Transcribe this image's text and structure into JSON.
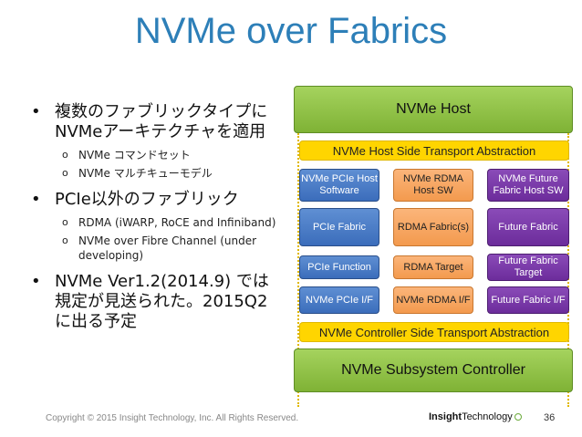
{
  "title": "NVMe over Fabrics",
  "bullets": [
    {
      "text": "複数のファブリックタイプにNVMeアーキテクチャを適用",
      "sub": [
        "NVMe コマンドセット",
        "NVMe マルチキューモデル"
      ]
    },
    {
      "text": "PCIe以外のファブリック",
      "sub": [
        "RDMA (iWARP, RoCE and Infiniband)",
        "NVMe over Fibre Channel (under developing)"
      ]
    },
    {
      "text": "NVMe Ver1.2(2014.9) では規定が見送られた。2015Q2に出る予定",
      "sub": []
    }
  ],
  "bullet_glyph": "•",
  "sub_glyph": "o",
  "diagram": {
    "host": "NVMe Host",
    "host_transport": "NVMe Host Side Transport Abstraction",
    "columns": [
      {
        "sw": "NVMe PCIe Host Software",
        "fabric": "PCIe Fabric",
        "func": "PCIe Function",
        "if": "NVMe PCIe I/F"
      },
      {
        "sw": "NVMe RDMA Host SW",
        "fabric": "RDMA Fabric(s)",
        "func": "RDMA Target",
        "if": "NVMe RDMA I/F"
      },
      {
        "sw": "NVMe Future Fabric Host SW",
        "fabric": "Future Fabric",
        "func": "Future Fabric Target",
        "if": "Future Fabric I/F"
      }
    ],
    "controller_transport": "NVMe Controller Side Transport Abstraction",
    "controller": "NVMe Subsystem Controller"
  },
  "colors": {
    "title": "#2d7fb8",
    "green": "#8cc043",
    "yellow": "#ffd500",
    "blue": "#4a7cc7",
    "orange": "#f7a660",
    "purple": "#7b3aa8"
  },
  "footer": {
    "copyright": "Copyright © 2015 Insight Technology, Inc. All Rights Reserved.",
    "logo_bold": "Insight",
    "logo_rest": "Technology",
    "page": "36"
  }
}
